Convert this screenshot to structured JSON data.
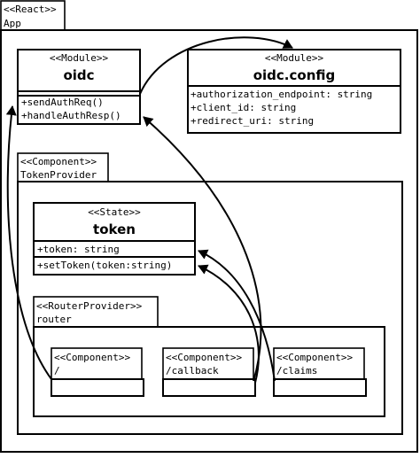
{
  "app": {
    "stereotype": "<<React>>",
    "name": "App"
  },
  "oidc": {
    "stereotype": "<<Module>>",
    "name": "oidc",
    "methods": [
      "+sendAuthReq()",
      "+handleAuthResp()"
    ]
  },
  "oidc_config": {
    "stereotype": "<<Module>>",
    "name": "oidc.config",
    "attributes": [
      "+authorization_endpoint: string",
      "+client_id: string",
      "+redirect_uri: string"
    ]
  },
  "token_provider": {
    "stereotype": "<<Component>>",
    "name": "TokenProvider"
  },
  "token": {
    "stereotype": "<<State>>",
    "name": "token",
    "attributes": [
      "+token: string"
    ],
    "methods": [
      "+setToken(token:string)"
    ]
  },
  "router": {
    "stereotype": "<<RouterProvider>>",
    "name": "router"
  },
  "routes": [
    {
      "stereotype": "<<Component>>",
      "name": "/"
    },
    {
      "stereotype": "<<Component>>",
      "name": "/callback"
    },
    {
      "stereotype": "<<Component>>",
      "name": "/claims"
    }
  ]
}
